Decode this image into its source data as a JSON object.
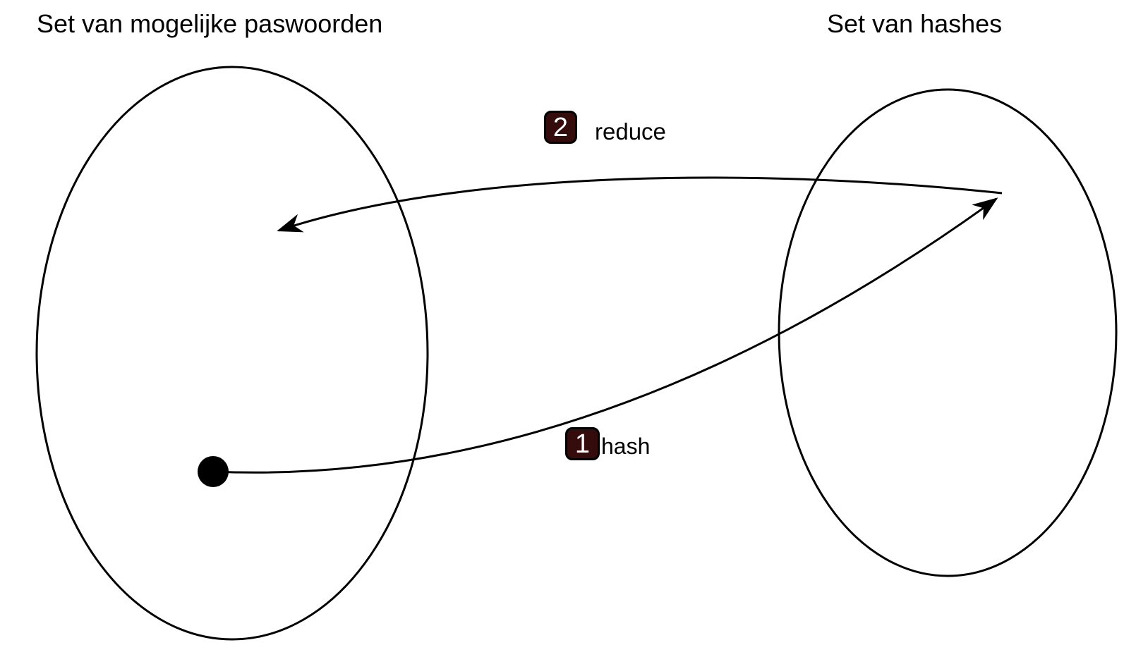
{
  "diagram": {
    "left_set": {
      "title": "Set van mogelijke paswoorden"
    },
    "right_set": {
      "title": "Set van hashes"
    },
    "arrows": [
      {
        "number": "1",
        "label": "hash",
        "direction": "from password dot in left set to right set of hashes"
      },
      {
        "number": "2",
        "label": "reduce",
        "direction": "from right set of hashes back into left set"
      }
    ],
    "colors": {
      "badge_background": "#350c0c",
      "badge_number": "#ffffff",
      "stroke": "#000000",
      "background": "#ffffff"
    }
  }
}
